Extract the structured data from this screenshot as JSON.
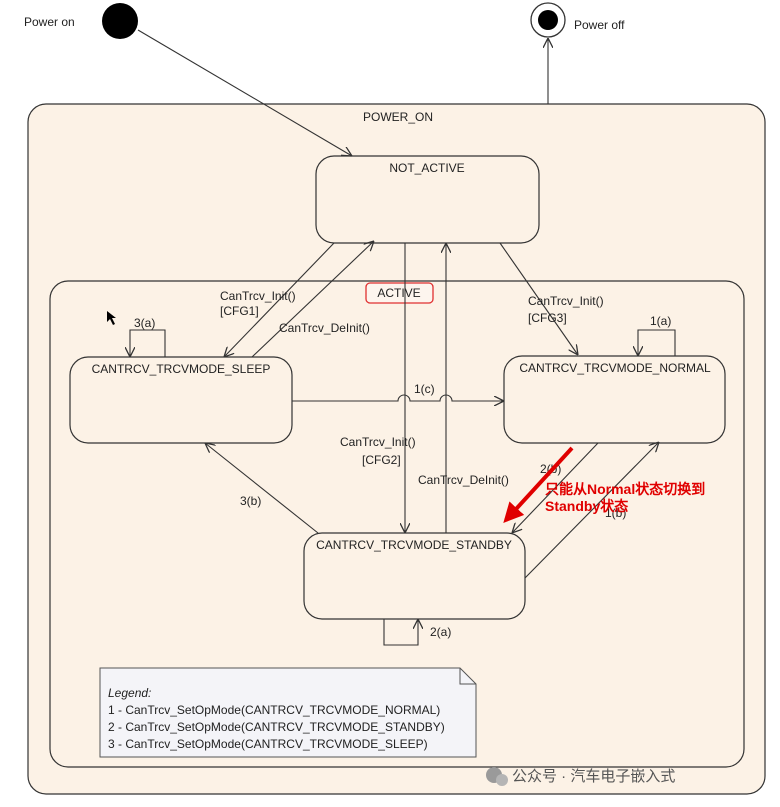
{
  "initial": {
    "label": "Power on"
  },
  "final": {
    "label": "Power off"
  },
  "composite": {
    "label": "POWER_ON"
  },
  "inner": {
    "label": "ACTIVE"
  },
  "states": {
    "not_active": "NOT_ACTIVE",
    "sleep": "CANTRCV_TRCVMODE_SLEEP",
    "normal": "CANTRCV_TRCVMODE_NORMAL",
    "standby": "CANTRCV_TRCVMODE_STANDBY"
  },
  "transitions": {
    "init_sleep_1": "CanTrcv_Init()",
    "init_sleep_2": "[CFG1]",
    "deinit_sleep": "CanTrcv_DeInit()",
    "init_normal_1": "CanTrcv_Init()",
    "init_normal_2": "[CFG3]",
    "init_standby_1": "CanTrcv_Init()",
    "init_standby_2": "[CFG2]",
    "deinit_standby": "CanTrcv_DeInit()",
    "t_1a": "1(a)",
    "t_1b": "1(b)",
    "t_1c": "1(c)",
    "t_2a": "2(a)",
    "t_2b": "2(b)",
    "t_3a": "3(a)",
    "t_3b": "3(b)"
  },
  "annotation": {
    "line1": "只能从Normal状态切换到",
    "line2": "Standby状态",
    "color": "#e00000"
  },
  "legend": {
    "title": "Legend:",
    "lines": [
      "1 - CanTrcv_SetOpMode(CANTRCV_TRCVMODE_NORMAL)",
      "2 - CanTrcv_SetOpMode(CANTRCV_TRCVMODE_STANDBY)",
      "3 - CanTrcv_SetOpMode(CANTRCV_TRCVMODE_SLEEP)"
    ]
  },
  "watermark": "公众号 · 汽车电子嵌入式",
  "colors": {
    "state_fill": "#fcf2e6",
    "stroke": "#333333",
    "accent": "#e00000"
  }
}
